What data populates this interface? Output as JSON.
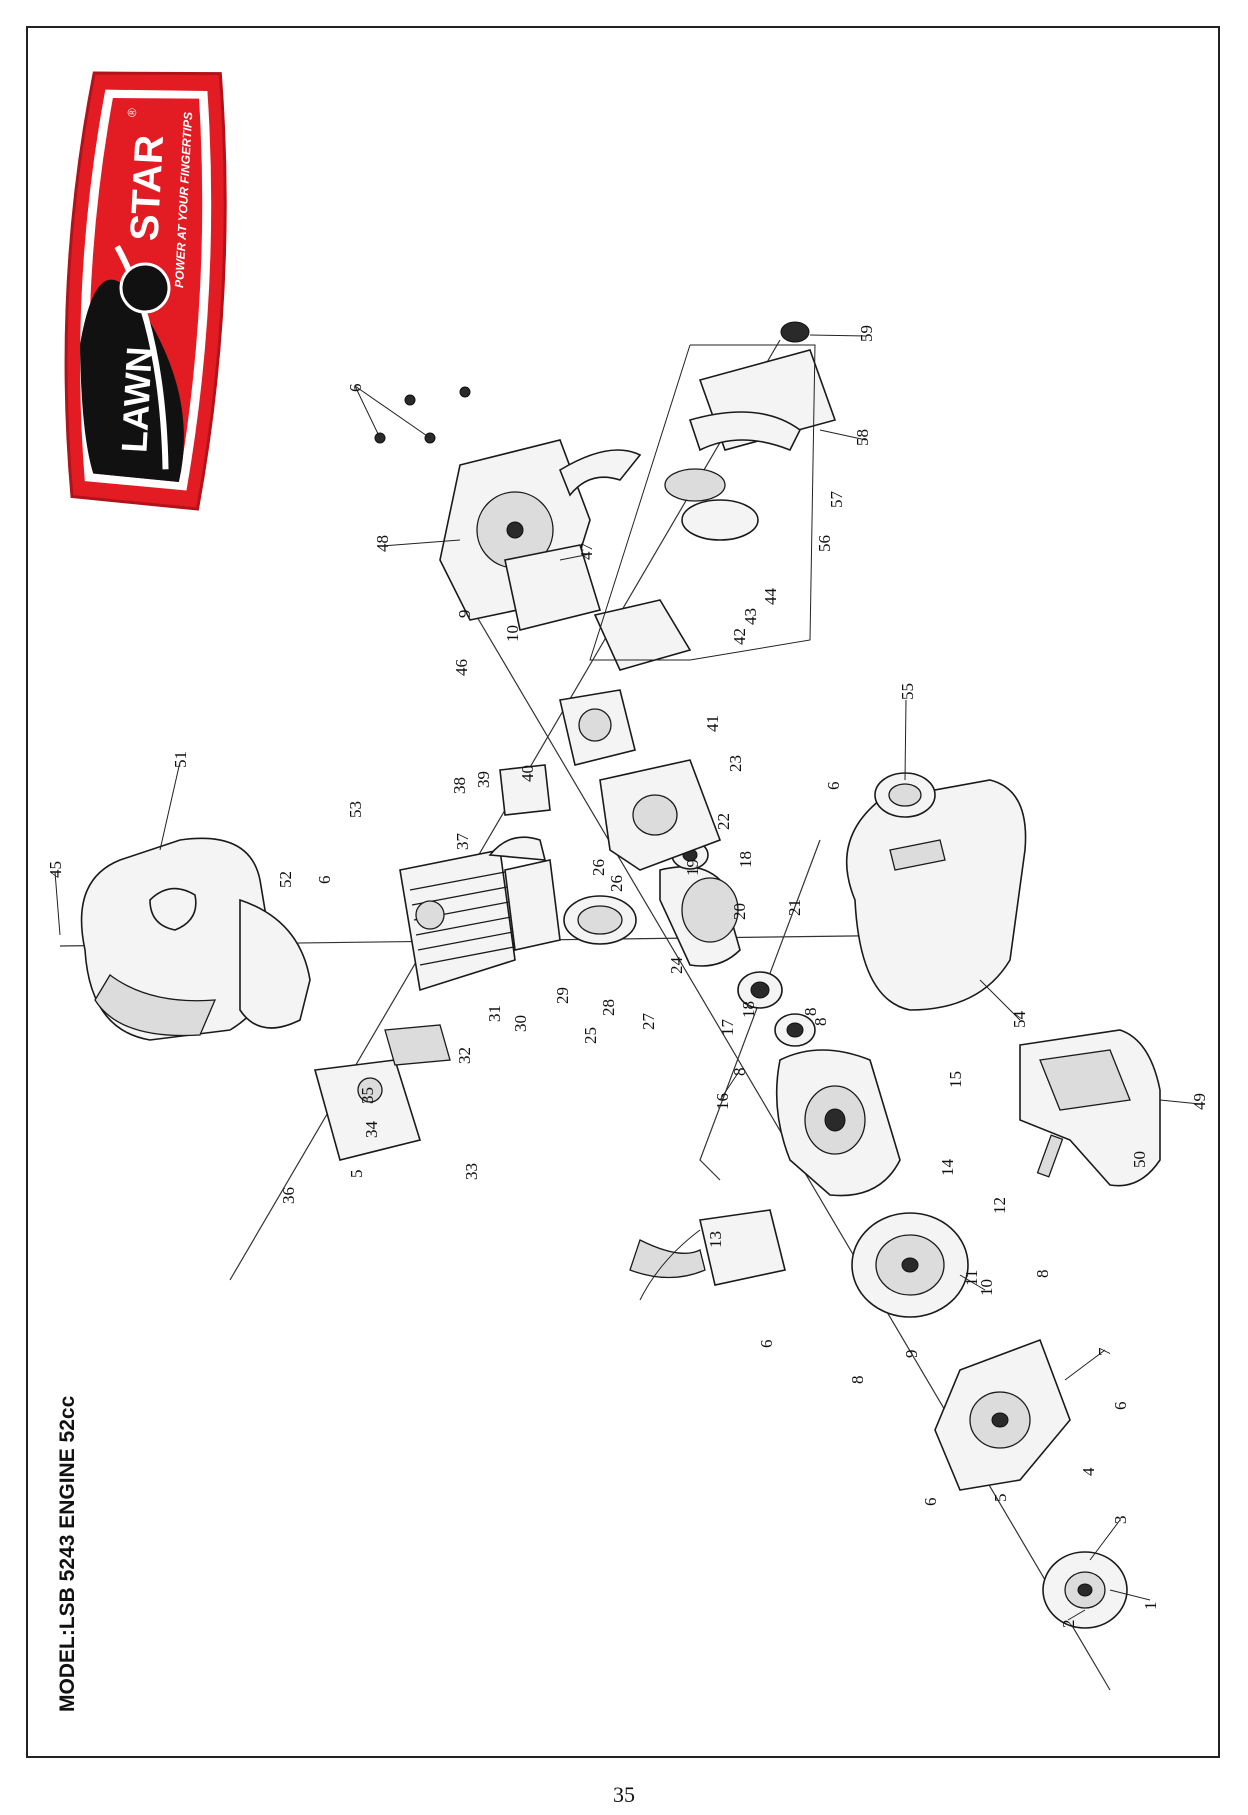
{
  "header": {
    "model_title": "MODEL:LSB 5243 ENGINE 52cc",
    "page_number": "35"
  },
  "logo": {
    "brand_left": "LAWN",
    "brand_right": "STAR",
    "tagline": "POWER AT YOUR FINGERTIPS",
    "registered_mark": "®",
    "colors": {
      "red": "#e31b23",
      "black": "#111111",
      "white": "#ffffff"
    }
  },
  "callouts": [
    "1",
    "2",
    "3",
    "4",
    "5",
    "5",
    "6",
    "6",
    "6",
    "6",
    "6",
    "6",
    "7",
    "8",
    "8",
    "8",
    "8",
    "8",
    "9",
    "9",
    "10",
    "10",
    "11",
    "12",
    "13",
    "14",
    "15",
    "16",
    "17",
    "18",
    "18",
    "19",
    "20",
    "21",
    "22",
    "23",
    "24",
    "25",
    "26",
    "26",
    "27",
    "28",
    "29",
    "30",
    "31",
    "32",
    "33",
    "34",
    "35",
    "36",
    "37",
    "38",
    "39",
    "40",
    "41",
    "42",
    "43",
    "44",
    "45",
    "46",
    "47",
    "48",
    "49",
    "50",
    "51",
    "52",
    "53",
    "54",
    "55",
    "56",
    "57",
    "58",
    "59"
  ]
}
